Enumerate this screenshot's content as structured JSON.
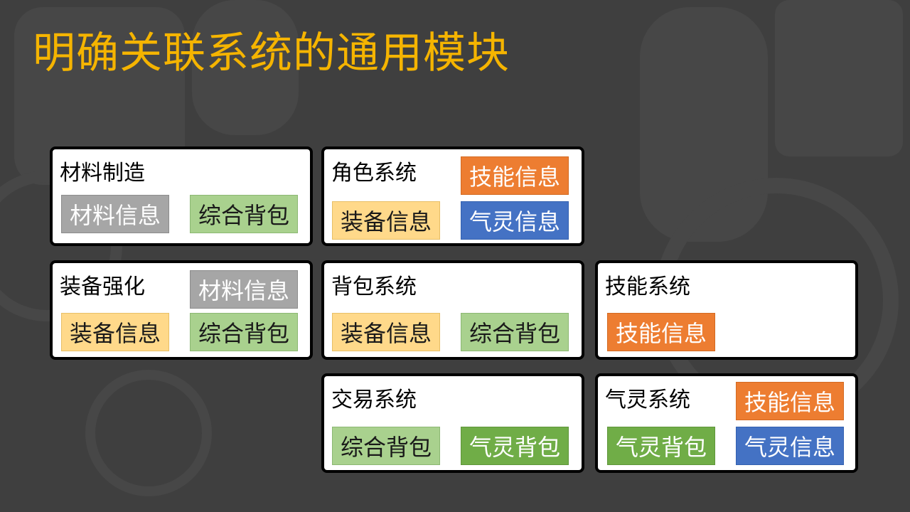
{
  "title": "明确关联系统的通用模块",
  "colors": {
    "title": "#f5b400",
    "background": "#3f3f3f",
    "gray": "#a6a6a6",
    "light_green": "#a9d18e",
    "yellow": "#ffd98a",
    "orange": "#ed7d31",
    "blue": "#4472c4",
    "green": "#70ad47"
  },
  "cards": {
    "material_craft": {
      "label": "材料制造",
      "tags": [
        {
          "text": "材料信息",
          "color": "gray"
        },
        {
          "text": "综合背包",
          "color": "light_green"
        }
      ]
    },
    "character": {
      "label": "角色系统",
      "tags": [
        {
          "text": "技能信息",
          "color": "orange"
        },
        {
          "text": "装备信息",
          "color": "yellow"
        },
        {
          "text": "气灵信息",
          "color": "blue"
        }
      ]
    },
    "enhance": {
      "label": "装备强化",
      "tags": [
        {
          "text": "材料信息",
          "color": "gray"
        },
        {
          "text": "装备信息",
          "color": "yellow"
        },
        {
          "text": "综合背包",
          "color": "light_green"
        }
      ]
    },
    "backpack": {
      "label": "背包系统",
      "tags": [
        {
          "text": "装备信息",
          "color": "yellow"
        },
        {
          "text": "综合背包",
          "color": "light_green"
        }
      ]
    },
    "skill": {
      "label": "技能系统",
      "tags": [
        {
          "text": "技能信息",
          "color": "orange"
        }
      ]
    },
    "trade": {
      "label": "交易系统",
      "tags": [
        {
          "text": "综合背包",
          "color": "light_green"
        },
        {
          "text": "气灵背包",
          "color": "green"
        }
      ]
    },
    "spirit": {
      "label": "气灵系统",
      "tags": [
        {
          "text": "技能信息",
          "color": "orange"
        },
        {
          "text": "气灵背包",
          "color": "green"
        },
        {
          "text": "气灵信息",
          "color": "blue"
        }
      ]
    }
  }
}
